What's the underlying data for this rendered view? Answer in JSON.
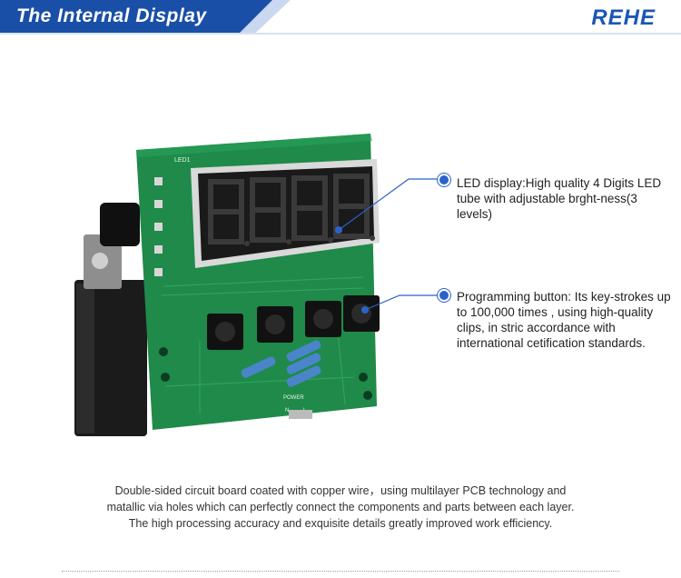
{
  "header": {
    "title": "The Internal Display",
    "brand": "REHE",
    "colors": {
      "band": "#1a4fa8",
      "brand": "#1a57b5",
      "accent": "#2b62c9"
    }
  },
  "product": {
    "image": "pcb-display-board",
    "display_digits": 4,
    "display_color": "#e8e8e8",
    "board_color": "#1f8a4a",
    "silkscreen": {
      "led_label": "LED1",
      "power_label": "POWER",
      "n_label": "N",
      "l_label": "L"
    }
  },
  "callouts": [
    {
      "text": "LED display:High quality 4 Digits LED tube with adjustable brght-ness(3 levels)"
    },
    {
      "text": "Programming button:  Its key-strokes up to 100,000 times , using high-quality clips, in stric accordance with international cetification standards."
    }
  ],
  "caption": {
    "line1": "Double-sided circuit board coated with copper wire，using multilayer PCB technology and",
    "line2": "matallic via holes which can perfectly connect the components and parts between each layer.",
    "line3": "The high processing accuracy and exquisite details greatly improved work efficiency."
  }
}
